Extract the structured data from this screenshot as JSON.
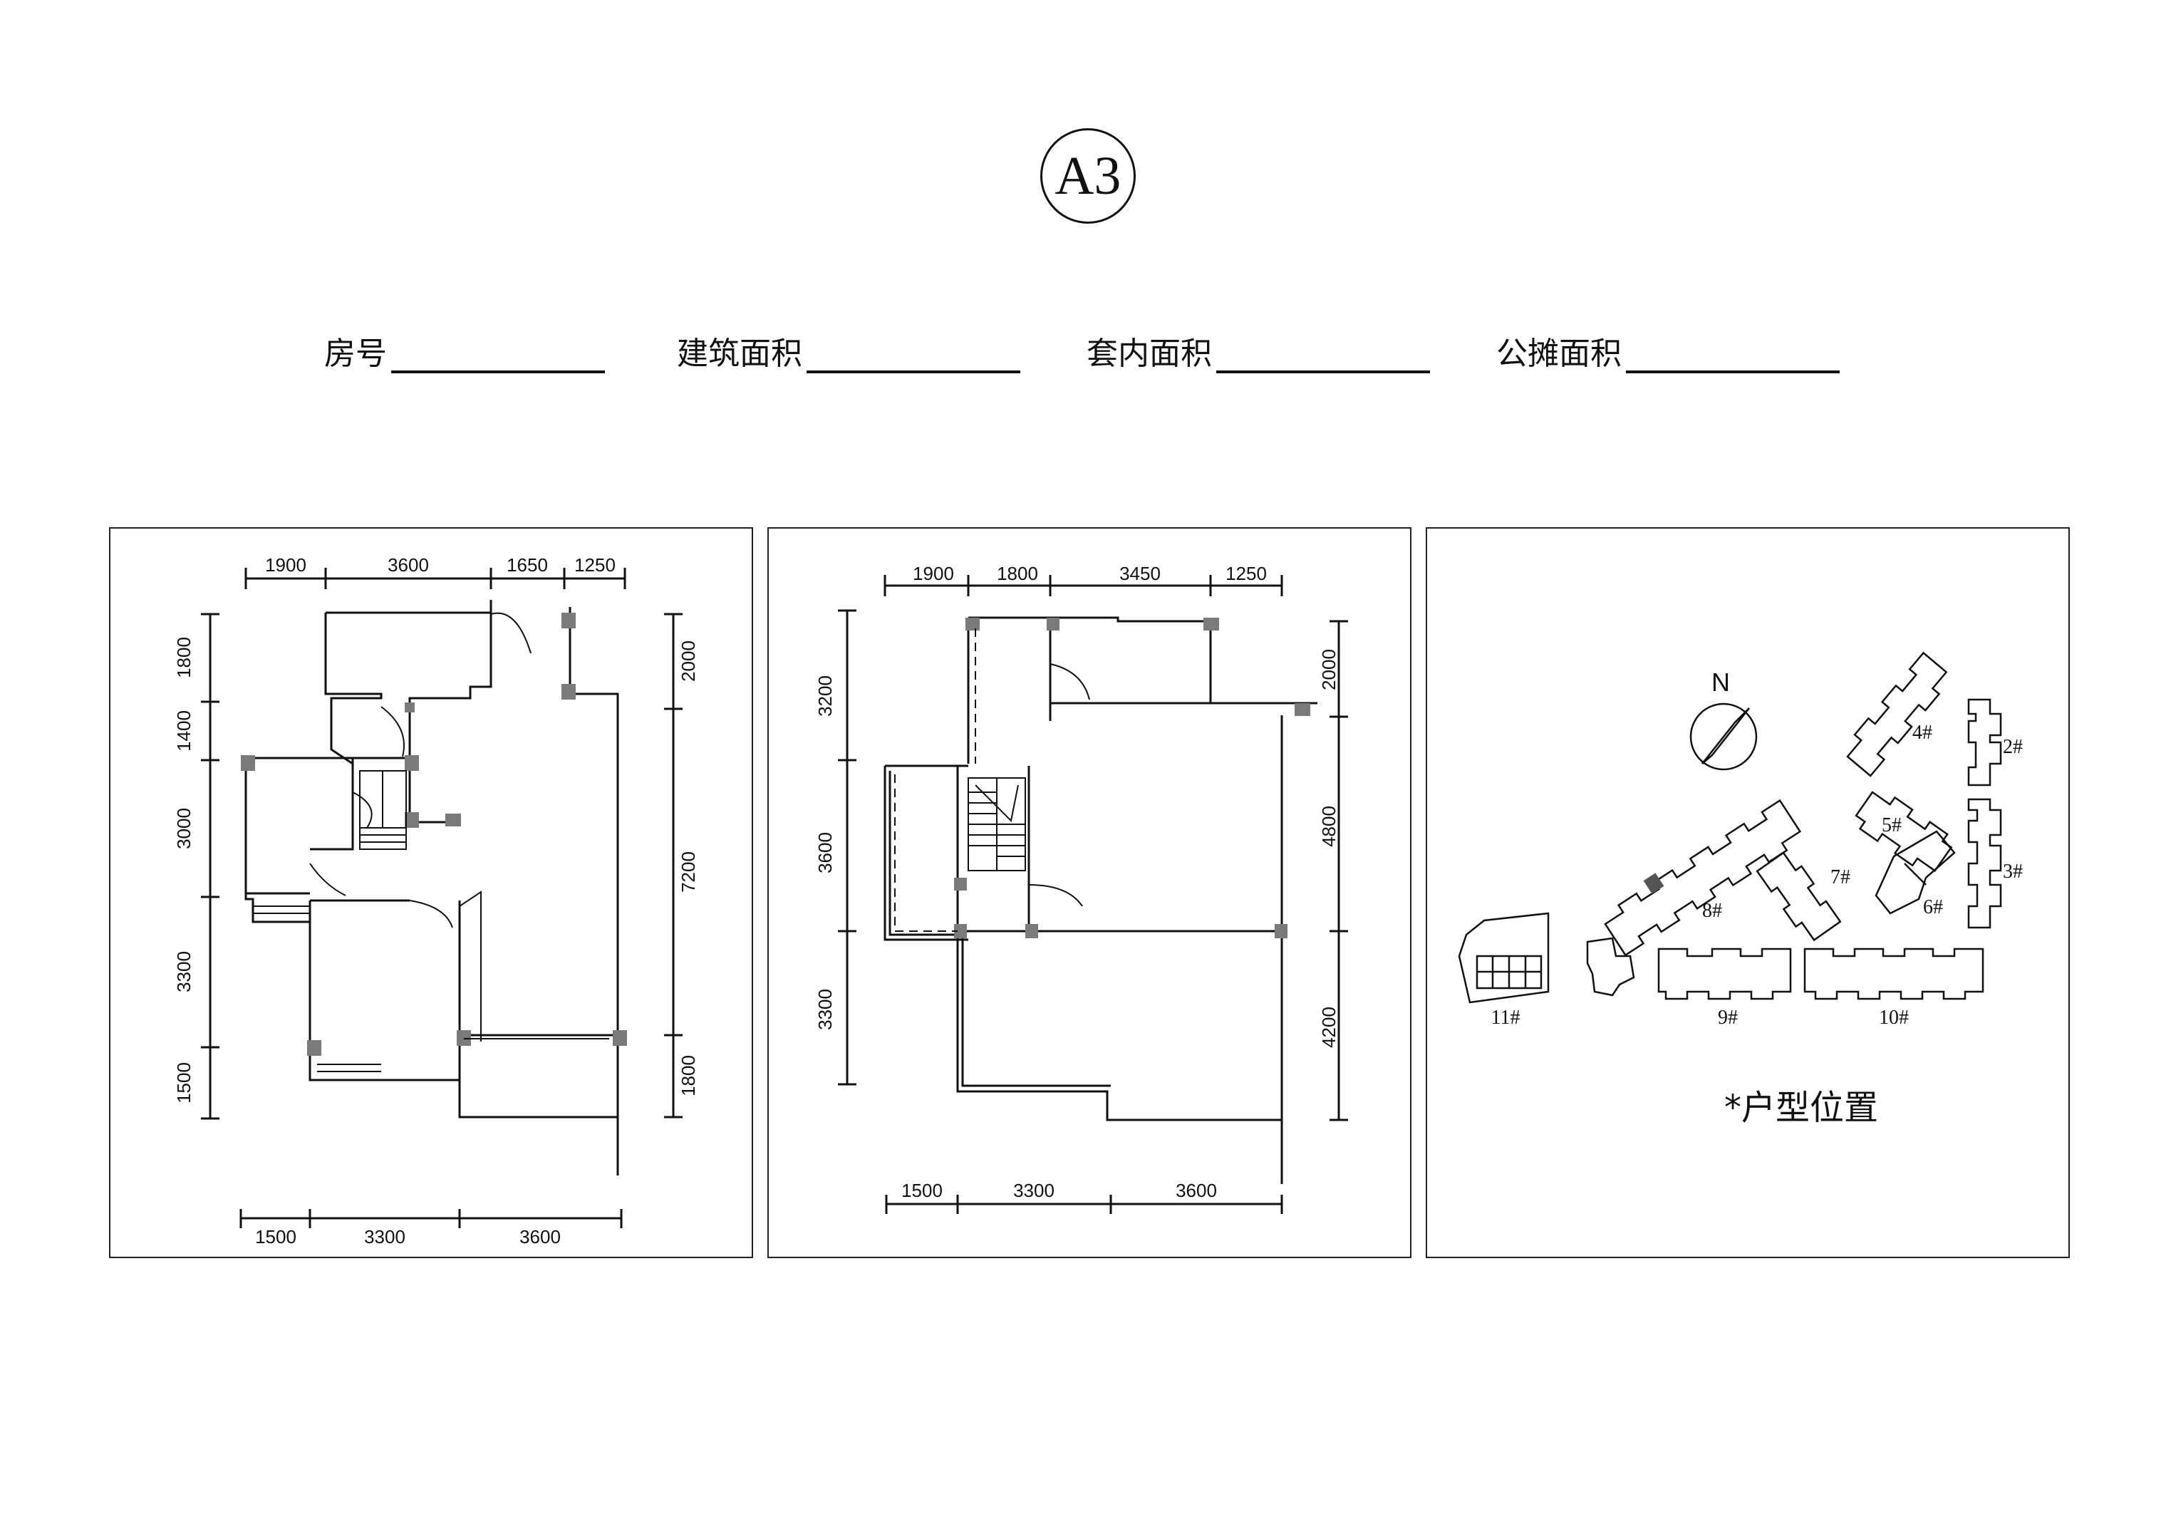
{
  "unit_badge": "A3",
  "fields": [
    {
      "label": "房号",
      "value": ""
    },
    {
      "label": "建筑面积",
      "value": ""
    },
    {
      "label": "套内面积",
      "value": ""
    },
    {
      "label": "公摊面积",
      "value": ""
    }
  ],
  "plan_lower": {
    "top_dims": [
      "1900",
      "3600",
      "1650",
      "1250"
    ],
    "bottom_dims": [
      "1500",
      "3300",
      "3600"
    ],
    "left_dims": [
      "1800",
      "1400",
      "3000",
      "3300",
      "1500"
    ],
    "right_dims": [
      "2000",
      "7200",
      "1800"
    ]
  },
  "plan_upper": {
    "top_dims": [
      "1900",
      "1800",
      "3450",
      "1250"
    ],
    "bottom_dims": [
      "1500",
      "3300",
      "3600"
    ],
    "left_dims": [
      "3200",
      "3600",
      "3300"
    ],
    "right_dims": [
      "2000",
      "4800",
      "4200"
    ]
  },
  "site_plan": {
    "north": "N",
    "buildings": [
      "2#",
      "3#",
      "4#",
      "5#",
      "6#",
      "7#",
      "8#",
      "9#",
      "10#",
      "11#"
    ],
    "caption": "*户型位置"
  },
  "colors": {
    "line": "#111111",
    "wall": "#7a7a7a",
    "highlight": "#555555"
  }
}
